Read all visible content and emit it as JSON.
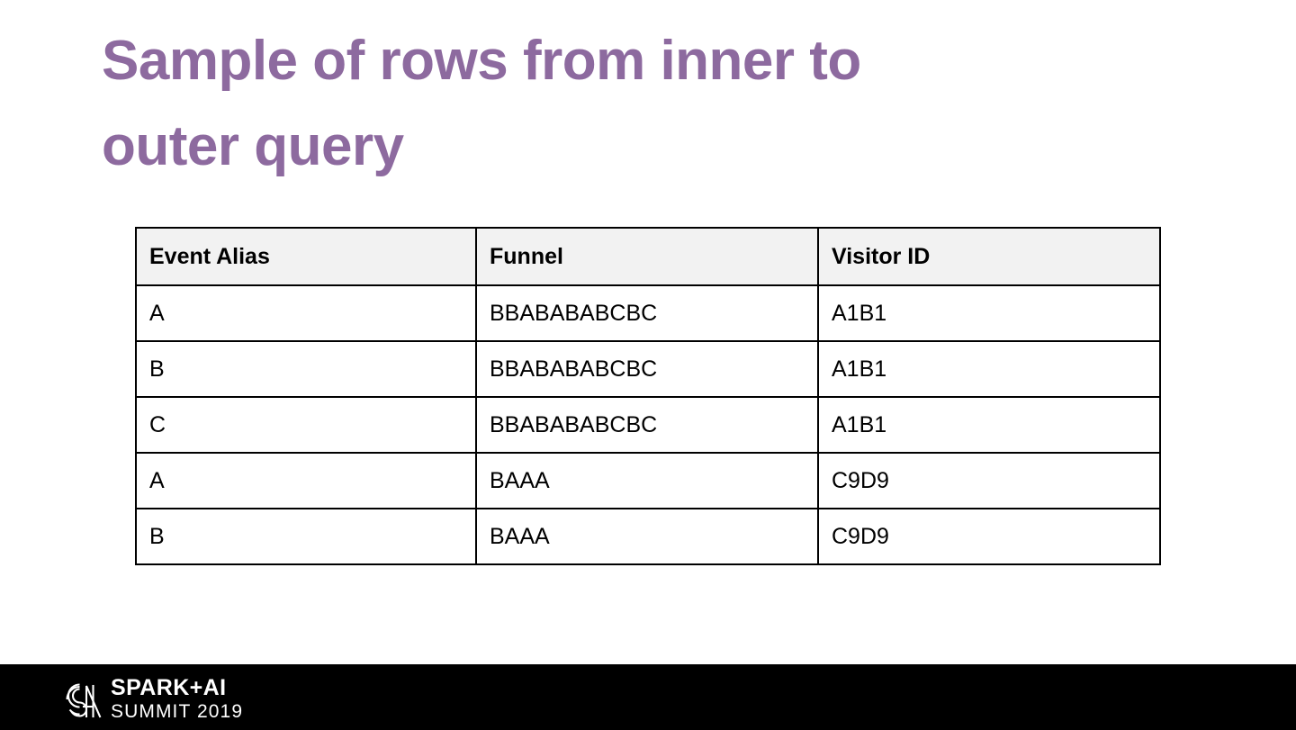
{
  "slide": {
    "title": "Sample of rows from inner to\nouter query",
    "title_color": "#8d6a9f",
    "background_color": "#ffffff"
  },
  "table": {
    "header_background": "#f2f2f2",
    "border_color": "#000000",
    "columns": [
      "Event Alias",
      "Funnel",
      "Visitor ID"
    ],
    "rows": [
      {
        "event_alias": "A",
        "funnel": "BBABABABCBC",
        "visitor_id": "A1B1"
      },
      {
        "event_alias": "B",
        "funnel": "BBABABABCBC",
        "visitor_id": "A1B1"
      },
      {
        "event_alias": "C",
        "funnel": "BBABABABCBC",
        "visitor_id": "A1B1"
      },
      {
        "event_alias": "A",
        "funnel": "BAAA",
        "visitor_id": "C9D9"
      },
      {
        "event_alias": "B",
        "funnel": "BAAA",
        "visitor_id": "C9D9"
      }
    ]
  },
  "footer": {
    "background_color": "#000000",
    "logo_icon": "spark-summit-spiral-icon",
    "logo_line1": "SPARK+AI",
    "logo_line2": "SUMMIT 2019",
    "text_color": "#ffffff"
  }
}
